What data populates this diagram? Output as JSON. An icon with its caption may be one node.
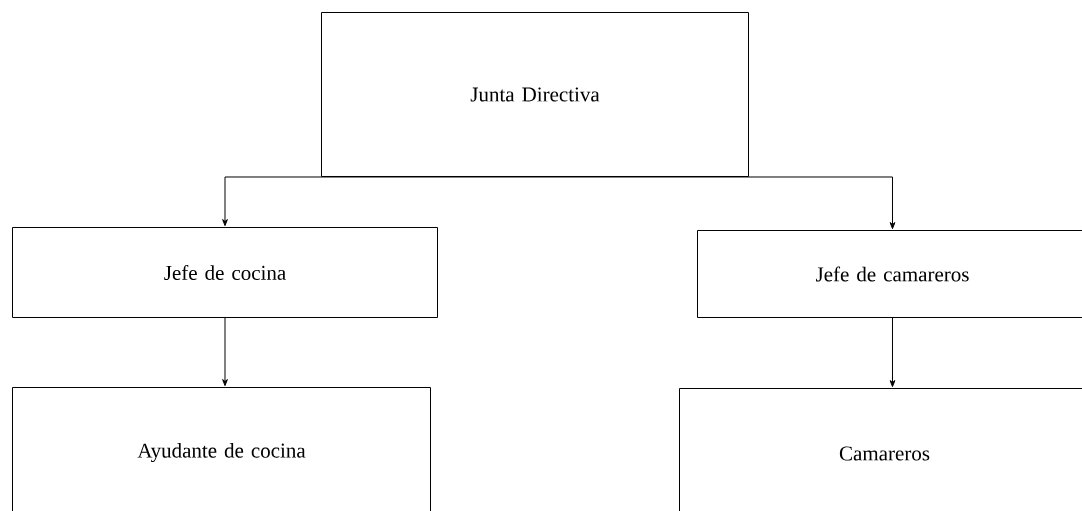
{
  "diagram": {
    "nodes": [
      {
        "text": [
          "Junta Directiva"
        ]
      },
      {
        "text": [
          "Jefe de cocina"
        ]
      },
      {
        "text": [
          "Ayudante de cocina"
        ]
      },
      {
        "text": [
          "Jefe de camareros"
        ]
      },
      {
        "text": [
          "Camareros"
        ]
      }
    ],
    "edges": [
      {
        "from": 0,
        "to": 1,
        "arrow": "to"
      },
      {
        "from": 0,
        "to": 3,
        "arrow": "to"
      },
      {
        "from": 1,
        "to": 2,
        "arrow": "to"
      },
      {
        "from": 3,
        "to": 4,
        "arrow": "to"
      }
    ]
  }
}
